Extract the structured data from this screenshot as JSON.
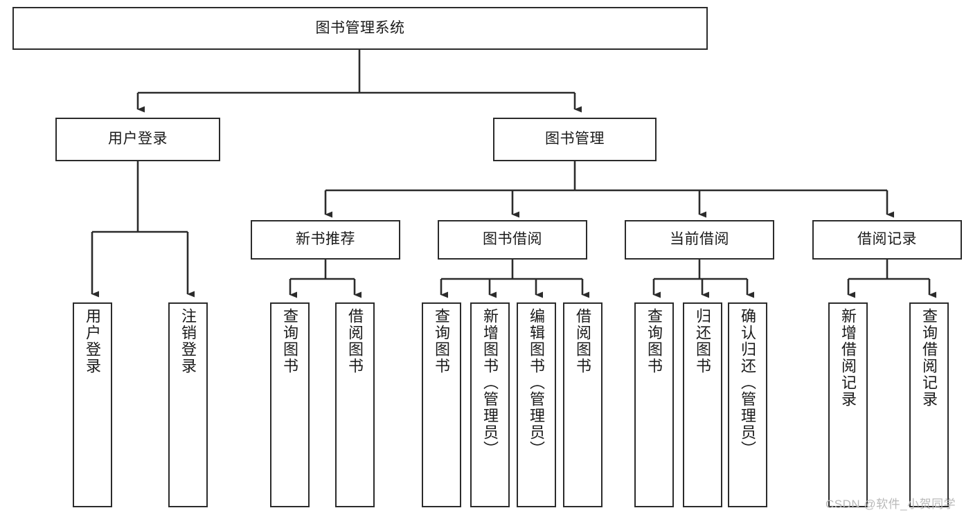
{
  "diagram": {
    "type": "tree-hierarchy",
    "title": "图书管理系统",
    "colors": {
      "stroke": "#2b2b2b",
      "fill": "#ffffff",
      "text": "#1a1a1a",
      "watermark": "#b9b9b9"
    },
    "nodes": {
      "root": {
        "label": "图书管理系统",
        "level": 1,
        "orientation": "horizontal"
      },
      "level2": [
        {
          "id": "user-login",
          "label": "用户登录",
          "orientation": "horizontal"
        },
        {
          "id": "book-manage",
          "label": "图书管理",
          "orientation": "horizontal"
        }
      ],
      "level3": [
        {
          "id": "new-book-recommend",
          "label": "新书推荐",
          "orientation": "horizontal",
          "parent": "book-manage"
        },
        {
          "id": "book-borrow",
          "label": "图书借阅",
          "orientation": "horizontal",
          "parent": "book-manage"
        },
        {
          "id": "current-borrow",
          "label": "当前借阅",
          "orientation": "horizontal",
          "parent": "book-manage"
        },
        {
          "id": "borrow-record",
          "label": "借阅记录",
          "orientation": "horizontal",
          "parent": "book-manage"
        }
      ],
      "leaves": [
        {
          "id": "leaf-user-login",
          "label": "用户登录",
          "parent": "user-login"
        },
        {
          "id": "leaf-user-logout",
          "label": "注销登录",
          "parent": "user-login"
        },
        {
          "id": "leaf-query-book-1",
          "label": "查询图书",
          "parent": "new-book-recommend"
        },
        {
          "id": "leaf-borrow-book-1",
          "label": "借阅图书",
          "parent": "new-book-recommend"
        },
        {
          "id": "leaf-query-book-2",
          "label": "查询图书",
          "parent": "book-borrow"
        },
        {
          "id": "leaf-add-book",
          "label": "新增图书（管理员）",
          "parent": "book-borrow"
        },
        {
          "id": "leaf-edit-book",
          "label": "编辑图书（管理员）",
          "parent": "book-borrow"
        },
        {
          "id": "leaf-borrow-book-2",
          "label": "借阅图书",
          "parent": "book-borrow"
        },
        {
          "id": "leaf-query-book-3",
          "label": "查询图书",
          "parent": "current-borrow"
        },
        {
          "id": "leaf-return-book",
          "label": "归还图书",
          "parent": "current-borrow"
        },
        {
          "id": "leaf-confirm-return",
          "label": "确认归还（管理员）",
          "parent": "current-borrow"
        },
        {
          "id": "leaf-add-record",
          "label": "新增借阅记录",
          "parent": "borrow-record"
        },
        {
          "id": "leaf-query-record",
          "label": "查询借阅记录",
          "parent": "borrow-record"
        }
      ]
    },
    "watermark": "CSDN @软件_小贺同学"
  }
}
